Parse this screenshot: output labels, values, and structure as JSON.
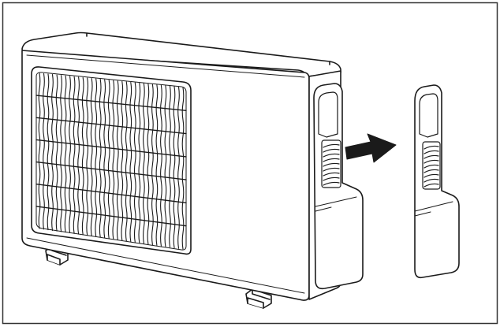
{
  "figure": {
    "subject": "outdoor-air-conditioner-unit",
    "action": "remove-side-valve-cover",
    "arrow_direction": "right",
    "colors": {
      "line": "#1a1a1a",
      "fill": "#ffffff",
      "frame": "#333333"
    }
  }
}
